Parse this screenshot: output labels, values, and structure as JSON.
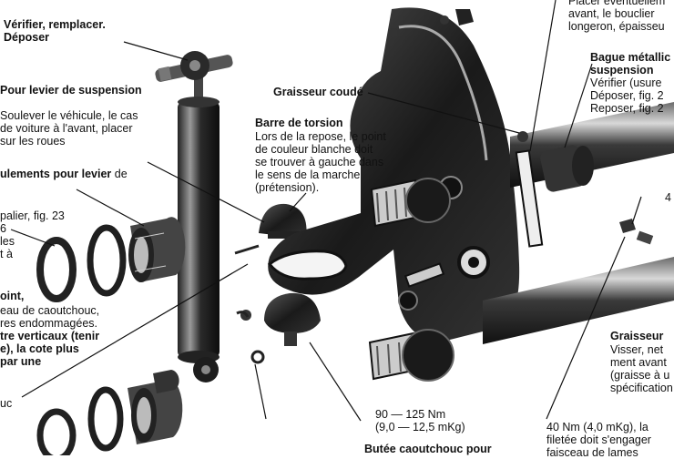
{
  "labels": {
    "top_left": {
      "l1": "Vérifier, remplacer.",
      "l2": "Déposer"
    },
    "lever_title": "Pour levier de suspension",
    "lever_body": {
      "l1": "Soulever le véhicule, le cas",
      "l2": "de voiture à l'avant, placer",
      "l3": "sur les roues"
    },
    "bearings_title": {
      "l1": "ulements pour levier",
      "l1b": " de"
    },
    "bearing_left": {
      "l1": "palier, fig. 23",
      "l2": "6",
      "l3": "les",
      "l4": "t à"
    },
    "joint_title": "oint,",
    "joint_body": {
      "l1": "eau de caoutchouc,",
      "l2": "res endommagées.",
      "l3": "tre verticaux (tenir",
      "l4": "e), la cote plus",
      "l5": "par une"
    },
    "bottom_left": "uc",
    "graisseur_coude": "Graisseur coudé",
    "torsion_title": "Barre de torsion",
    "torsion_body": {
      "l1": "Lors de la repose, le point",
      "l2": "de couleur blanche doit",
      "l3": "se trouver à gauche dans",
      "l4": "le sens de la marche",
      "l5": "(prétension)."
    },
    "torque_1": {
      "l1": "90 — 125 Nm",
      "l2": "(9,0 — 12,5 mKg)"
    },
    "bottom_center": "Butée caoutchouc pour",
    "top_right": {
      "l1": "Placer éventuellem",
      "l2": "avant, le bouclier",
      "l3": "longeron, épaisseu"
    },
    "bague_title": {
      "l1": "Bague métallic",
      "l2": "suspension"
    },
    "bague_body": {
      "l1": "Vérifier (usure",
      "l2": "Déposer, fig. 2",
      "l3": "Reposer, fig. 2"
    },
    "right_num": "4",
    "graisseur_title": "Graisseur",
    "graisseur_body": {
      "l1": "Visser, net",
      "l2": "ment avant",
      "l3": "(graisse à u",
      "l4": "spécification"
    },
    "torque_2": {
      "l1": "40 Nm (4,0 mKg), la",
      "l2": "filetée doit s'engager",
      "l3": "faisceau de lames"
    }
  }
}
